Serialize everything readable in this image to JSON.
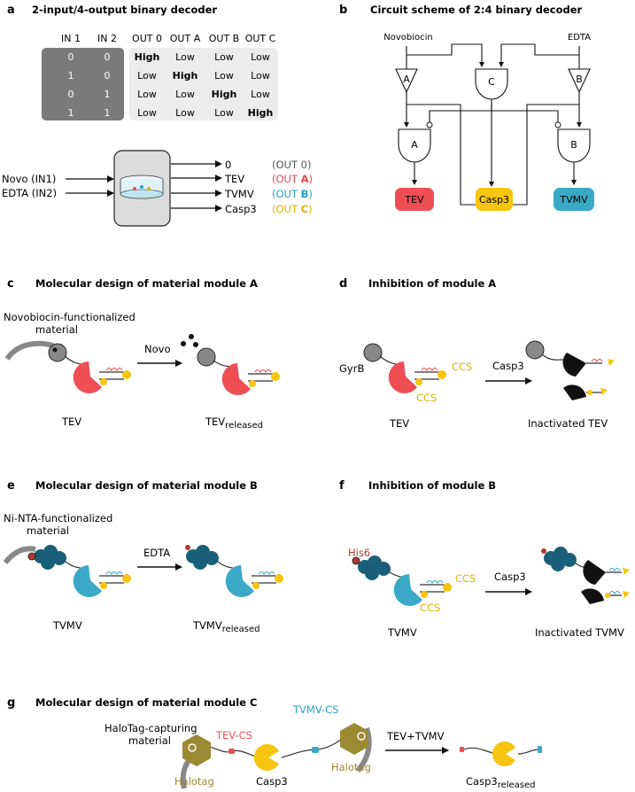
{
  "colors": {
    "tev": "#ef4e55",
    "casp3": "#f7c510",
    "tvmv": "#3aa9c6",
    "gray": "#777777",
    "dark_blue": "#1a5f7a",
    "halotag": "#9c8a33",
    "out0": "#555555",
    "outA": "#e8474f",
    "outB": "#2a9fc2",
    "outC": "#e0b000"
  },
  "icons": [
    "protease-pacman-icon",
    "gyrb-ball-icon",
    "ni-nta-cloud-icon",
    "halotag-hexagon-icon",
    "and-gate-icon",
    "buffer-triangle-icon",
    "reaction-arrow-icon"
  ],
  "panel_a": {
    "letter": "a",
    "title": "2-input/4-output binary decoder",
    "table": {
      "headers": [
        "IN 1",
        "IN 2",
        "OUT 0",
        "OUT A",
        "OUT B",
        "OUT C"
      ],
      "rows": [
        [
          "0",
          "0",
          "High",
          "Low",
          "Low",
          "Low"
        ],
        [
          "1",
          "0",
          "Low",
          "High",
          "Low",
          "Low"
        ],
        [
          "0",
          "1",
          "Low",
          "Low",
          "High",
          "Low"
        ],
        [
          "1",
          "1",
          "Low",
          "Low",
          "Low",
          "High"
        ]
      ]
    },
    "inputs": [
      "Novo (IN1)",
      "EDTA (IN2)"
    ],
    "outputs": [
      "0",
      "TEV",
      "TVMV",
      "Casp3"
    ],
    "output_tags": [
      {
        "pre": "(OUT ",
        "key": "0",
        "post": ")"
      },
      {
        "pre": "(OUT ",
        "key": "A",
        "post": ")"
      },
      {
        "pre": "(OUT ",
        "key": "B",
        "post": ")"
      },
      {
        "pre": "(OUT ",
        "key": "C",
        "post": ")"
      }
    ]
  },
  "panel_b": {
    "letter": "b",
    "title": "Circuit scheme of 2:4 binary decoder",
    "input_left": "Novobiocin",
    "input_right": "EDTA",
    "gates": [
      "A",
      "C",
      "B",
      "A",
      "B"
    ],
    "outputs": [
      "TEV",
      "Casp3",
      "TVMV"
    ]
  },
  "panel_c": {
    "letter": "c",
    "title": "Molecular design of material module A",
    "material": "Novobiocin-functionalized\nmaterial",
    "arrow": "Novo",
    "left_label": "TEV",
    "right_label": "TEV",
    "right_sub": "released"
  },
  "panel_d": {
    "letter": "d",
    "title": "Inhibition of module A",
    "gyrb": "GyrB",
    "ccs1": "CCS",
    "ccs2": "CCS",
    "arrow": "Casp3",
    "left_label": "TEV",
    "right_label": "Inactivated TEV"
  },
  "panel_e": {
    "letter": "e",
    "title": "Molecular design of material module B",
    "material": "Ni-NTA-functionalized\nmaterial",
    "arrow": "EDTA",
    "left_label": "TVMV",
    "right_label": "TVMV",
    "right_sub": "released"
  },
  "panel_f": {
    "letter": "f",
    "title": "Inhibition of module B",
    "his": "His6",
    "ccs1": "CCS",
    "ccs2": "CCS",
    "arrow": "Casp3",
    "left_label": "TVMV",
    "right_label": "Inactivated TVMV"
  },
  "panel_g": {
    "letter": "g",
    "title": "Molecular design of material module C",
    "material": "HaloTag-capturing\nmaterial",
    "tev_cs": "TEV-CS",
    "tvmv_cs": "TVMV-CS",
    "halotag_left": "Halotag",
    "halotag_right": "Halotag",
    "casp3": "Casp3",
    "arrow": "TEV+TVMV",
    "right_label": "Casp3",
    "right_sub": "released"
  }
}
